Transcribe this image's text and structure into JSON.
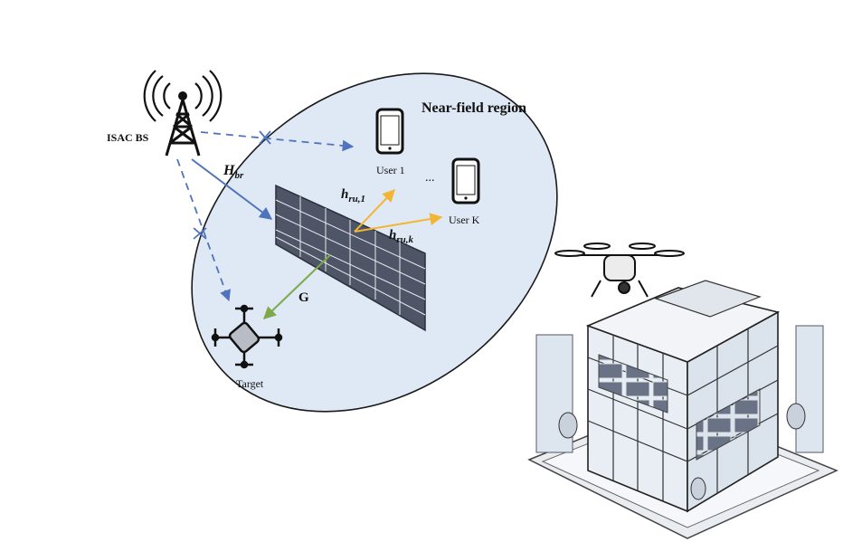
{
  "labels": {
    "bs": "ISAC BS",
    "region": "Near-field region",
    "user1": "User 1",
    "userk": "User K",
    "dots": "...",
    "target": "Target",
    "g": "G",
    "hbr_main": "H",
    "hbr_sub": "br",
    "hru1_main": "h",
    "hru1_sub": "ru,1",
    "hruk_main": "h",
    "hruk_sub": "ru,k"
  },
  "colors": {
    "region_fill": "#dfe9f5",
    "blue_link": "#4f74bd",
    "yellow_link": "#f2b634",
    "green_link": "#7fa84a",
    "ris_panel": "#4d5566"
  },
  "icons": [
    "bs-tower-icon",
    "phone-icon",
    "drone-icon",
    "building-illustration"
  ]
}
